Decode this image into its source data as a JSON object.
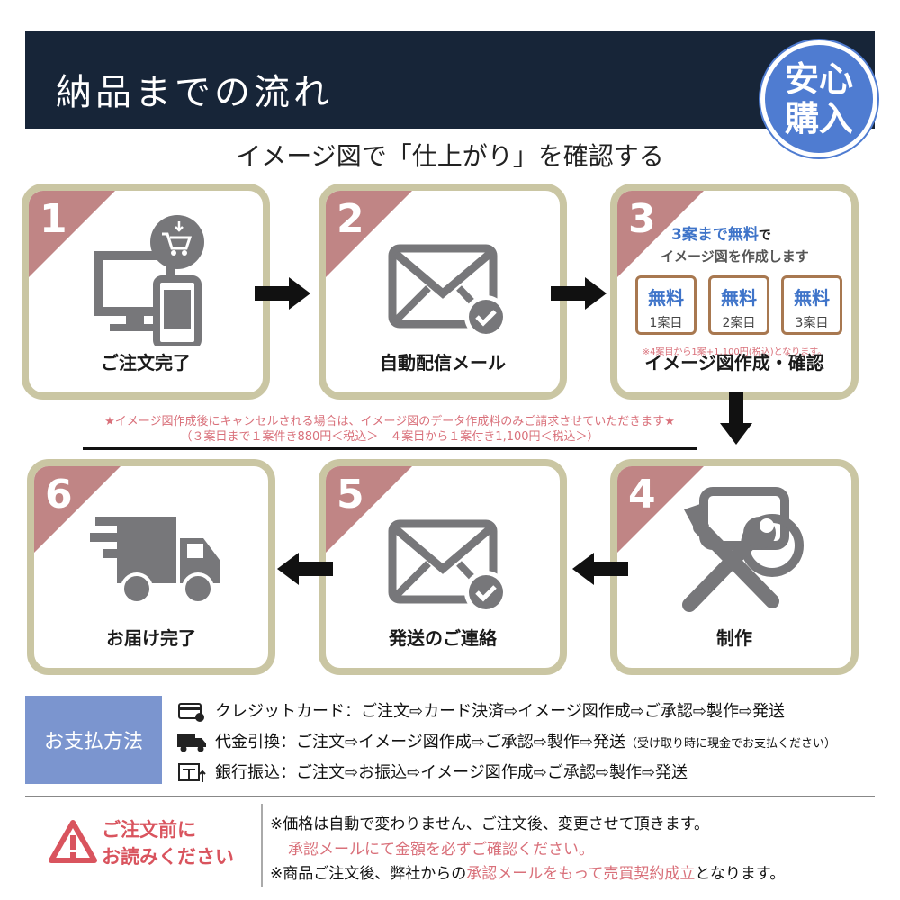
{
  "header": {
    "title": "納品までの流れ",
    "badge_line1": "安心",
    "badge_line2": "購入"
  },
  "subtitle": "イメージ図で「仕上がり」を確認する",
  "steps": [
    {
      "num": "1",
      "label": "ご注文完了",
      "icon": "computer-cart-icon"
    },
    {
      "num": "2",
      "label": "自動配信メール",
      "icon": "mail-check-icon"
    },
    {
      "num": "3",
      "label": "イメージ図作成・確認",
      "icon": "free-plans"
    },
    {
      "num": "4",
      "label": "制作",
      "icon": "tools-icon"
    },
    {
      "num": "5",
      "label": "発送のご連絡",
      "icon": "mail-check-icon"
    },
    {
      "num": "6",
      "label": "お届け完了",
      "icon": "truck-icon"
    }
  ],
  "step3": {
    "headline_blue": "3案まで無料",
    "headline_suffix": "で",
    "headline2": "イメージ図を作成します",
    "plans": [
      {
        "free": "無料",
        "name": "1案目"
      },
      {
        "free": "無料",
        "name": "2案目"
      },
      {
        "free": "無料",
        "name": "3案目"
      }
    ],
    "note": "※4案目から1案+1,100円(税込)となります。"
  },
  "cancel_note": {
    "line1": "★イメージ図作成後にキャンセルされる場合は、イメージ図のデータ作成料のみご請求させていただきます★",
    "line2": "（３案目まで１案件き880円＜税込＞　４案目から１案付き1,100円＜税込＞）"
  },
  "payment": {
    "title": "お支払方法",
    "rows": [
      {
        "icon": "credit-card-icon",
        "text": "クレジットカード：ご注文⇨カード決済⇨イメージ図作成⇨ご承認⇨製作⇨発送",
        "small": ""
      },
      {
        "icon": "cod-truck-icon",
        "text": "代金引換：ご注文⇨イメージ図作成⇨ご承認⇨製作⇨発送",
        "small": "（受け取り時に現金でお支払ください）"
      },
      {
        "icon": "bank-transfer-icon",
        "text": "銀行振込：ご注文⇨お振込⇨イメージ図作成⇨ご承認⇨製作⇨発送",
        "small": ""
      }
    ]
  },
  "warning": {
    "line1": "ご注文前に",
    "line2": "お読みください",
    "notice1": "※価格は自動で変わりません、ご注文後、変更させて頂きます。",
    "notice2": "承認メールにて金額を必ずご確認ください。",
    "notice3_a": "※商品ご注文後、弊社からの",
    "notice3_b": "承認メールをもって売買契約成立",
    "notice3_c": "となります。"
  },
  "colors": {
    "header_bg": "#172538",
    "badge_blue": "#4f7cd1",
    "step_border": "#cac6a3",
    "corner": "#c08585",
    "icon_gray": "#77777a",
    "accent_red": "#d9707a",
    "plan_border": "#a87850",
    "plan_blue": "#3f74c9",
    "payment_blue": "#7b95cf"
  }
}
